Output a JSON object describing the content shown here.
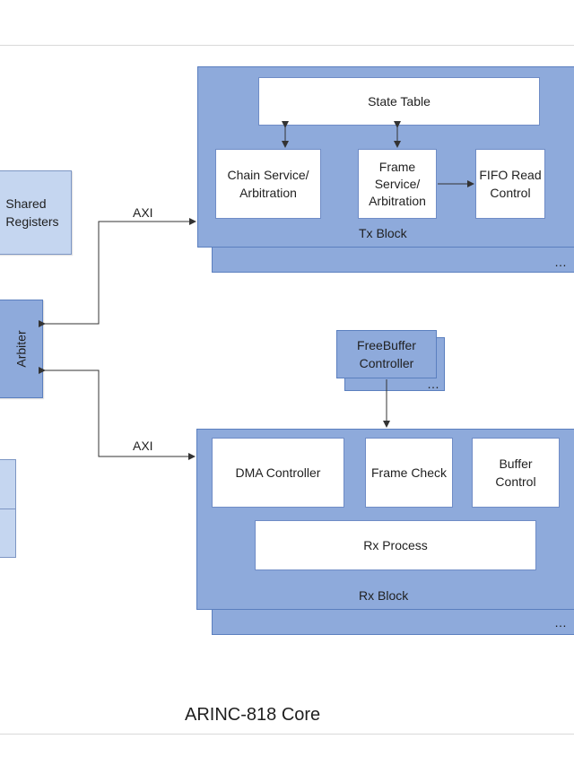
{
  "diagram": {
    "core_label": "ARINC-818 Core",
    "shared_registers": "Shared\nRegisters",
    "arbiter": "Arbiter",
    "tx_block": {
      "label": "Tx Block",
      "state_table": "State Table",
      "chain_service": "Chain Service/\nArbitration",
      "frame_service": "Frame\nService/\nArbitration",
      "fifo_read": "FIFO Read\nControl",
      "ellipsis": "…"
    },
    "rx_block": {
      "label": "Rx Block",
      "dma_controller": "DMA Controller",
      "frame_check": "Frame Check",
      "buffer_control": "Buffer\nControl",
      "rx_process": "Rx Process",
      "ellipsis": "…"
    },
    "freebuffer": {
      "label": "FreeBuffer\nController",
      "ellipsis": "…"
    },
    "axi_top": "AXI",
    "axi_bottom": "AXI"
  },
  "colors": {
    "block_blue": "#8eaadb",
    "block_light": "#c5d6f0",
    "border": "#5b7fbf",
    "line": "#333333"
  }
}
